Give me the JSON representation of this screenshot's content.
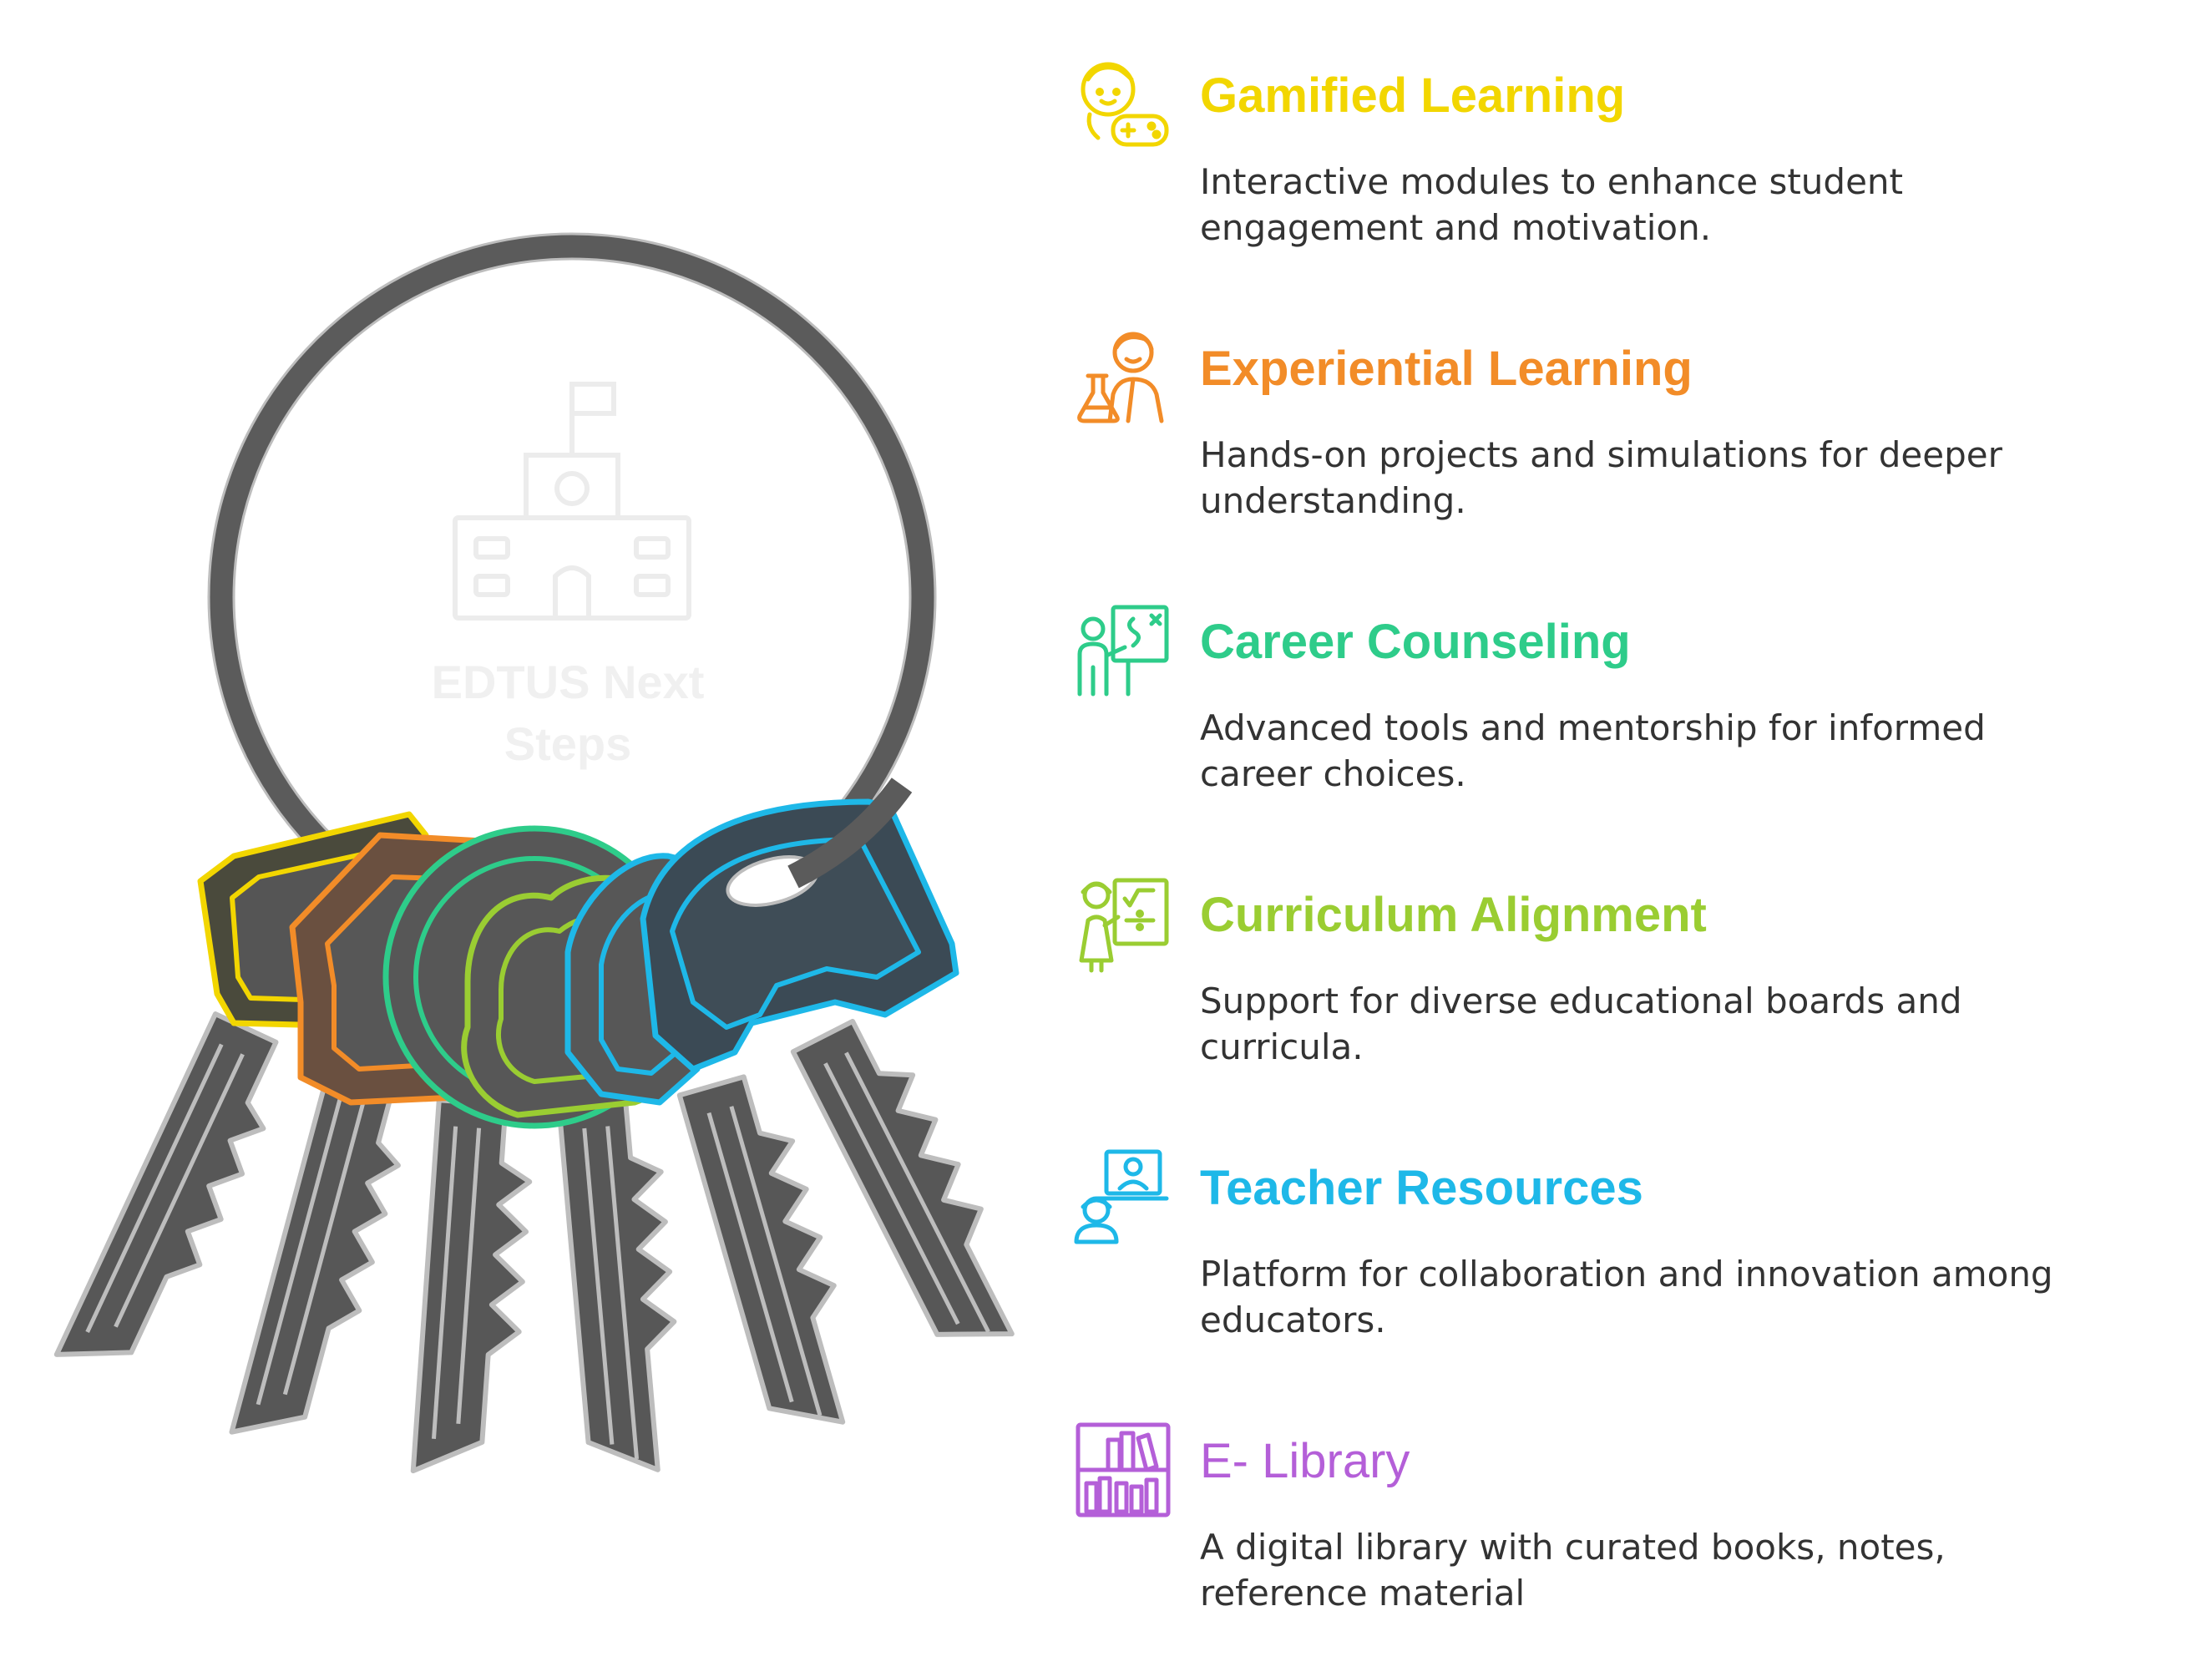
{
  "center": {
    "label_line1": "EDTUS Next",
    "label_line2": "Steps"
  },
  "items": [
    {
      "title": "Gamified Learning",
      "desc": "Interactive modules to enhance student engagement and motivation.",
      "color": "#F2D600",
      "icon": "gamer-child-icon"
    },
    {
      "title": "Experiential Learning",
      "desc": "Hands-on projects and simulations for deeper understanding.",
      "color": "#F28C28",
      "icon": "lab-student-icon"
    },
    {
      "title": "Career Counseling",
      "desc": "Advanced tools and mentorship for informed career choices.",
      "color": "#2ECC8A",
      "icon": "presenter-board-icon"
    },
    {
      "title": "Curriculum Alignment",
      "desc": "Support for diverse educational boards and curricula.",
      "color": "#9ACD32",
      "icon": "teacher-math-icon"
    },
    {
      "title": "Teacher Resources",
      "desc": "Platform for collaboration and innovation among educators.",
      "color": "#1EB8E8",
      "icon": "video-call-icon"
    },
    {
      "title": "E- Library",
      "desc": "A digital library with curated books, notes, reference material",
      "color": "#B45FD8",
      "icon": "bookshelf-icon"
    }
  ],
  "colors": {
    "ring": "#5b5b5b",
    "key_body": "#575757",
    "key_outline": "#bdbdbd",
    "school": "#ececec"
  }
}
